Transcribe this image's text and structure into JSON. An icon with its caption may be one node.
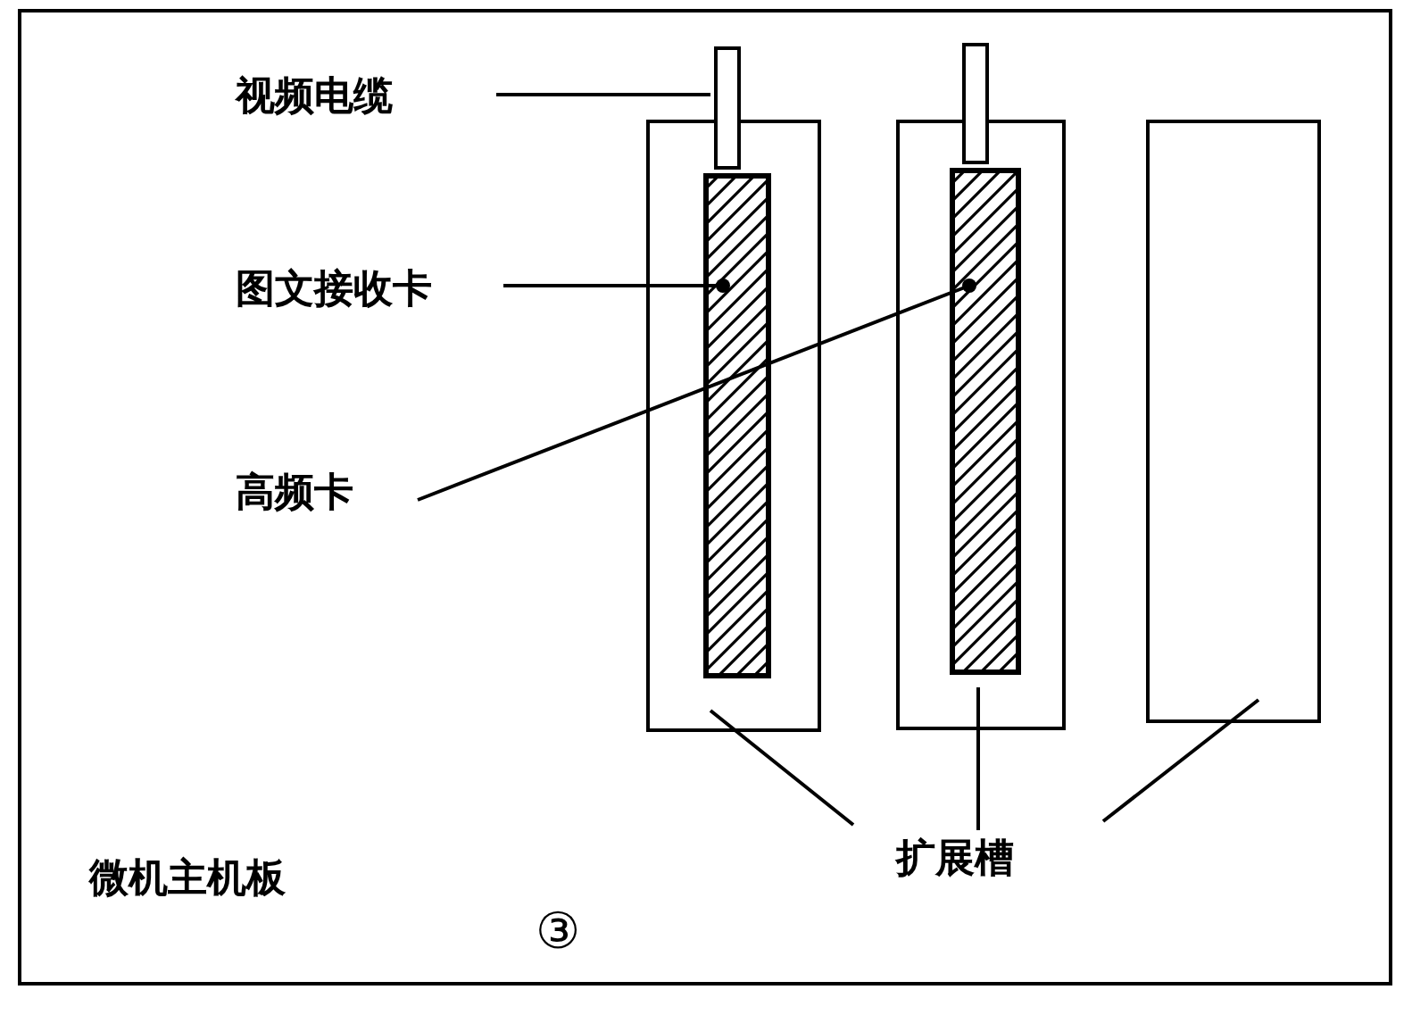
{
  "diagram": {
    "nodes": [
      {
        "text": [
          "微机主机板"
        ]
      },
      {
        "text": [],
        "shape": "box",
        "in": 0
      },
      {
        "text": [],
        "shape": "box",
        "in": 0
      },
      {
        "text": [],
        "shape": "box",
        "in": 0
      },
      {
        "text": [],
        "shape": "bar",
        "in": 1
      },
      {
        "text": [],
        "shape": "bar",
        "in": 2
      },
      {
        "text": [],
        "shape": "bar",
        "in": 0
      },
      {
        "text": [],
        "shape": "bar",
        "in": 0
      },
      {
        "text": [
          "视频电缆"
        ],
        "in": 0
      },
      {
        "text": [
          "图文接收卡"
        ],
        "in": 0
      },
      {
        "text": [
          "高频卡"
        ],
        "in": 0
      },
      {
        "text": [
          "扩展槽"
        ],
        "in": 0
      }
    ],
    "edges": [
      {
        "from": 8,
        "to": 6,
        "arrow": "none"
      },
      {
        "from": 9,
        "to": 4,
        "arrow": "other"
      },
      {
        "from": 10,
        "to": 5,
        "arrow": "other"
      },
      {
        "from": 11,
        "to": 1,
        "arrow": "none"
      },
      {
        "from": 11,
        "to": 2,
        "arrow": "none"
      },
      {
        "from": 11,
        "to": 3,
        "arrow": "none"
      }
    ],
    "labels": [
      "③"
    ]
  }
}
